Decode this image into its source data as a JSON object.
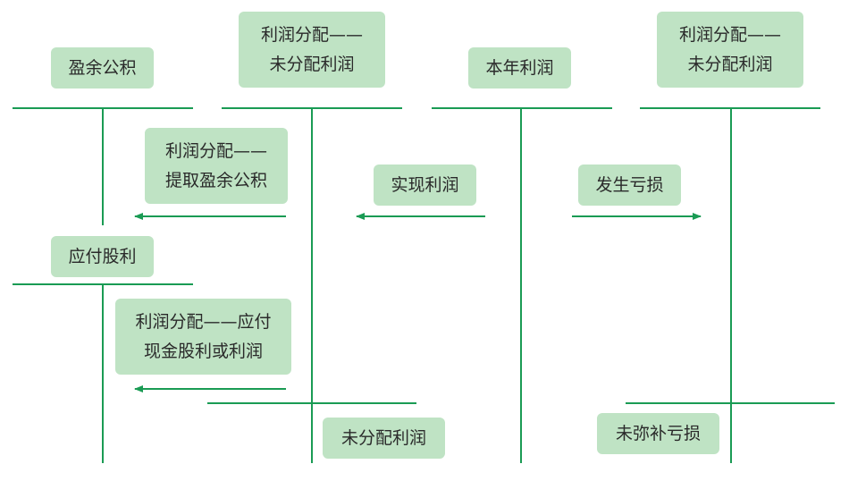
{
  "colors": {
    "line": "#1a9b54",
    "box_fill": "#bfe3c4",
    "text": "#2a2a2a"
  },
  "accounts": {
    "surplus_reserve": "盈余公积",
    "undistributed_profit_left": {
      "line1": "利润分配——",
      "line2": "未分配利润"
    },
    "current_year_profit": "本年利润",
    "undistributed_profit_right": {
      "line1": "利润分配——",
      "line2": "未分配利润"
    },
    "dividends_payable": "应付股利"
  },
  "entries": {
    "extract_surplus": {
      "line1": "利润分配——",
      "line2": "提取盈余公积"
    },
    "realized_profit": "实现利润",
    "loss_incurred": "发生亏损",
    "pay_dividends": {
      "line1": "利润分配——应付",
      "line2": "现金股利或利润"
    }
  },
  "balances": {
    "undistributed_profit": "未分配利润",
    "uncovered_loss": "未弥补亏损"
  }
}
